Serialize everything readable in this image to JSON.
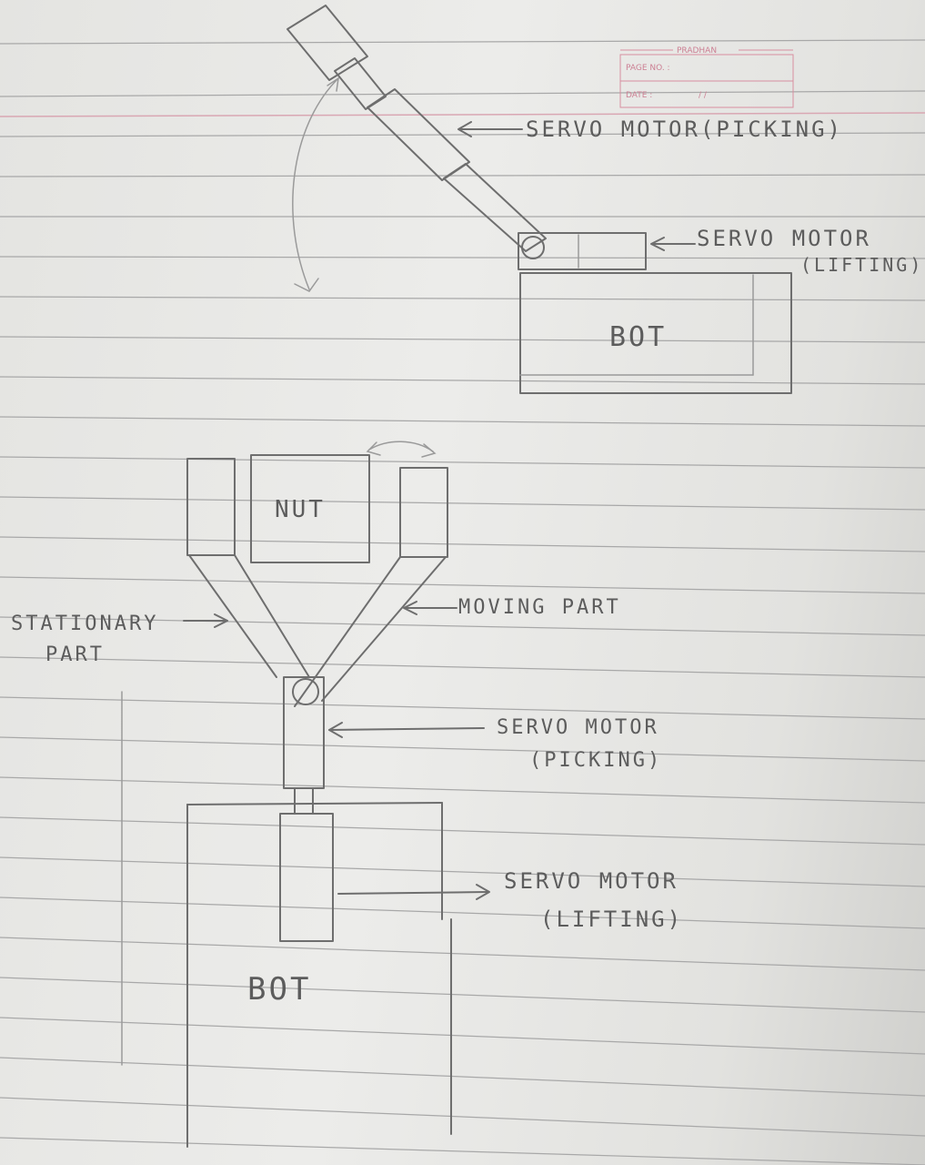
{
  "stamp": {
    "brand": "PRADHAN",
    "page_no_label": "PAGE NO. :",
    "date_label": "DATE :",
    "date_slashes": "/      /"
  },
  "top_diagram": {
    "label_servo_picking": "SERVO MOTOR(PICKING)",
    "label_servo_lifting_line1": "SERVO MOTOR",
    "label_servo_lifting_line2": "(LIFTING)",
    "label_bot": "BOT"
  },
  "bottom_diagram": {
    "label_nut": "NUT",
    "label_stationary_line1": "STATIONARY",
    "label_stationary_line2": "PART",
    "label_moving_part": "MOVING PART",
    "label_servo_picking_line1": "SERVO MOTOR",
    "label_servo_picking_line2": "(PICKING)",
    "label_servo_lifting_line1": "SERVO MOTOR",
    "label_servo_lifting_line2": "(LIFTING)",
    "label_bot": "BOT"
  },
  "colors": {
    "pencil": "#6e6e6e",
    "rule_line": "#a8a8a8",
    "margin_line": "#d9a7b3",
    "stamp": "#d88ea0"
  }
}
